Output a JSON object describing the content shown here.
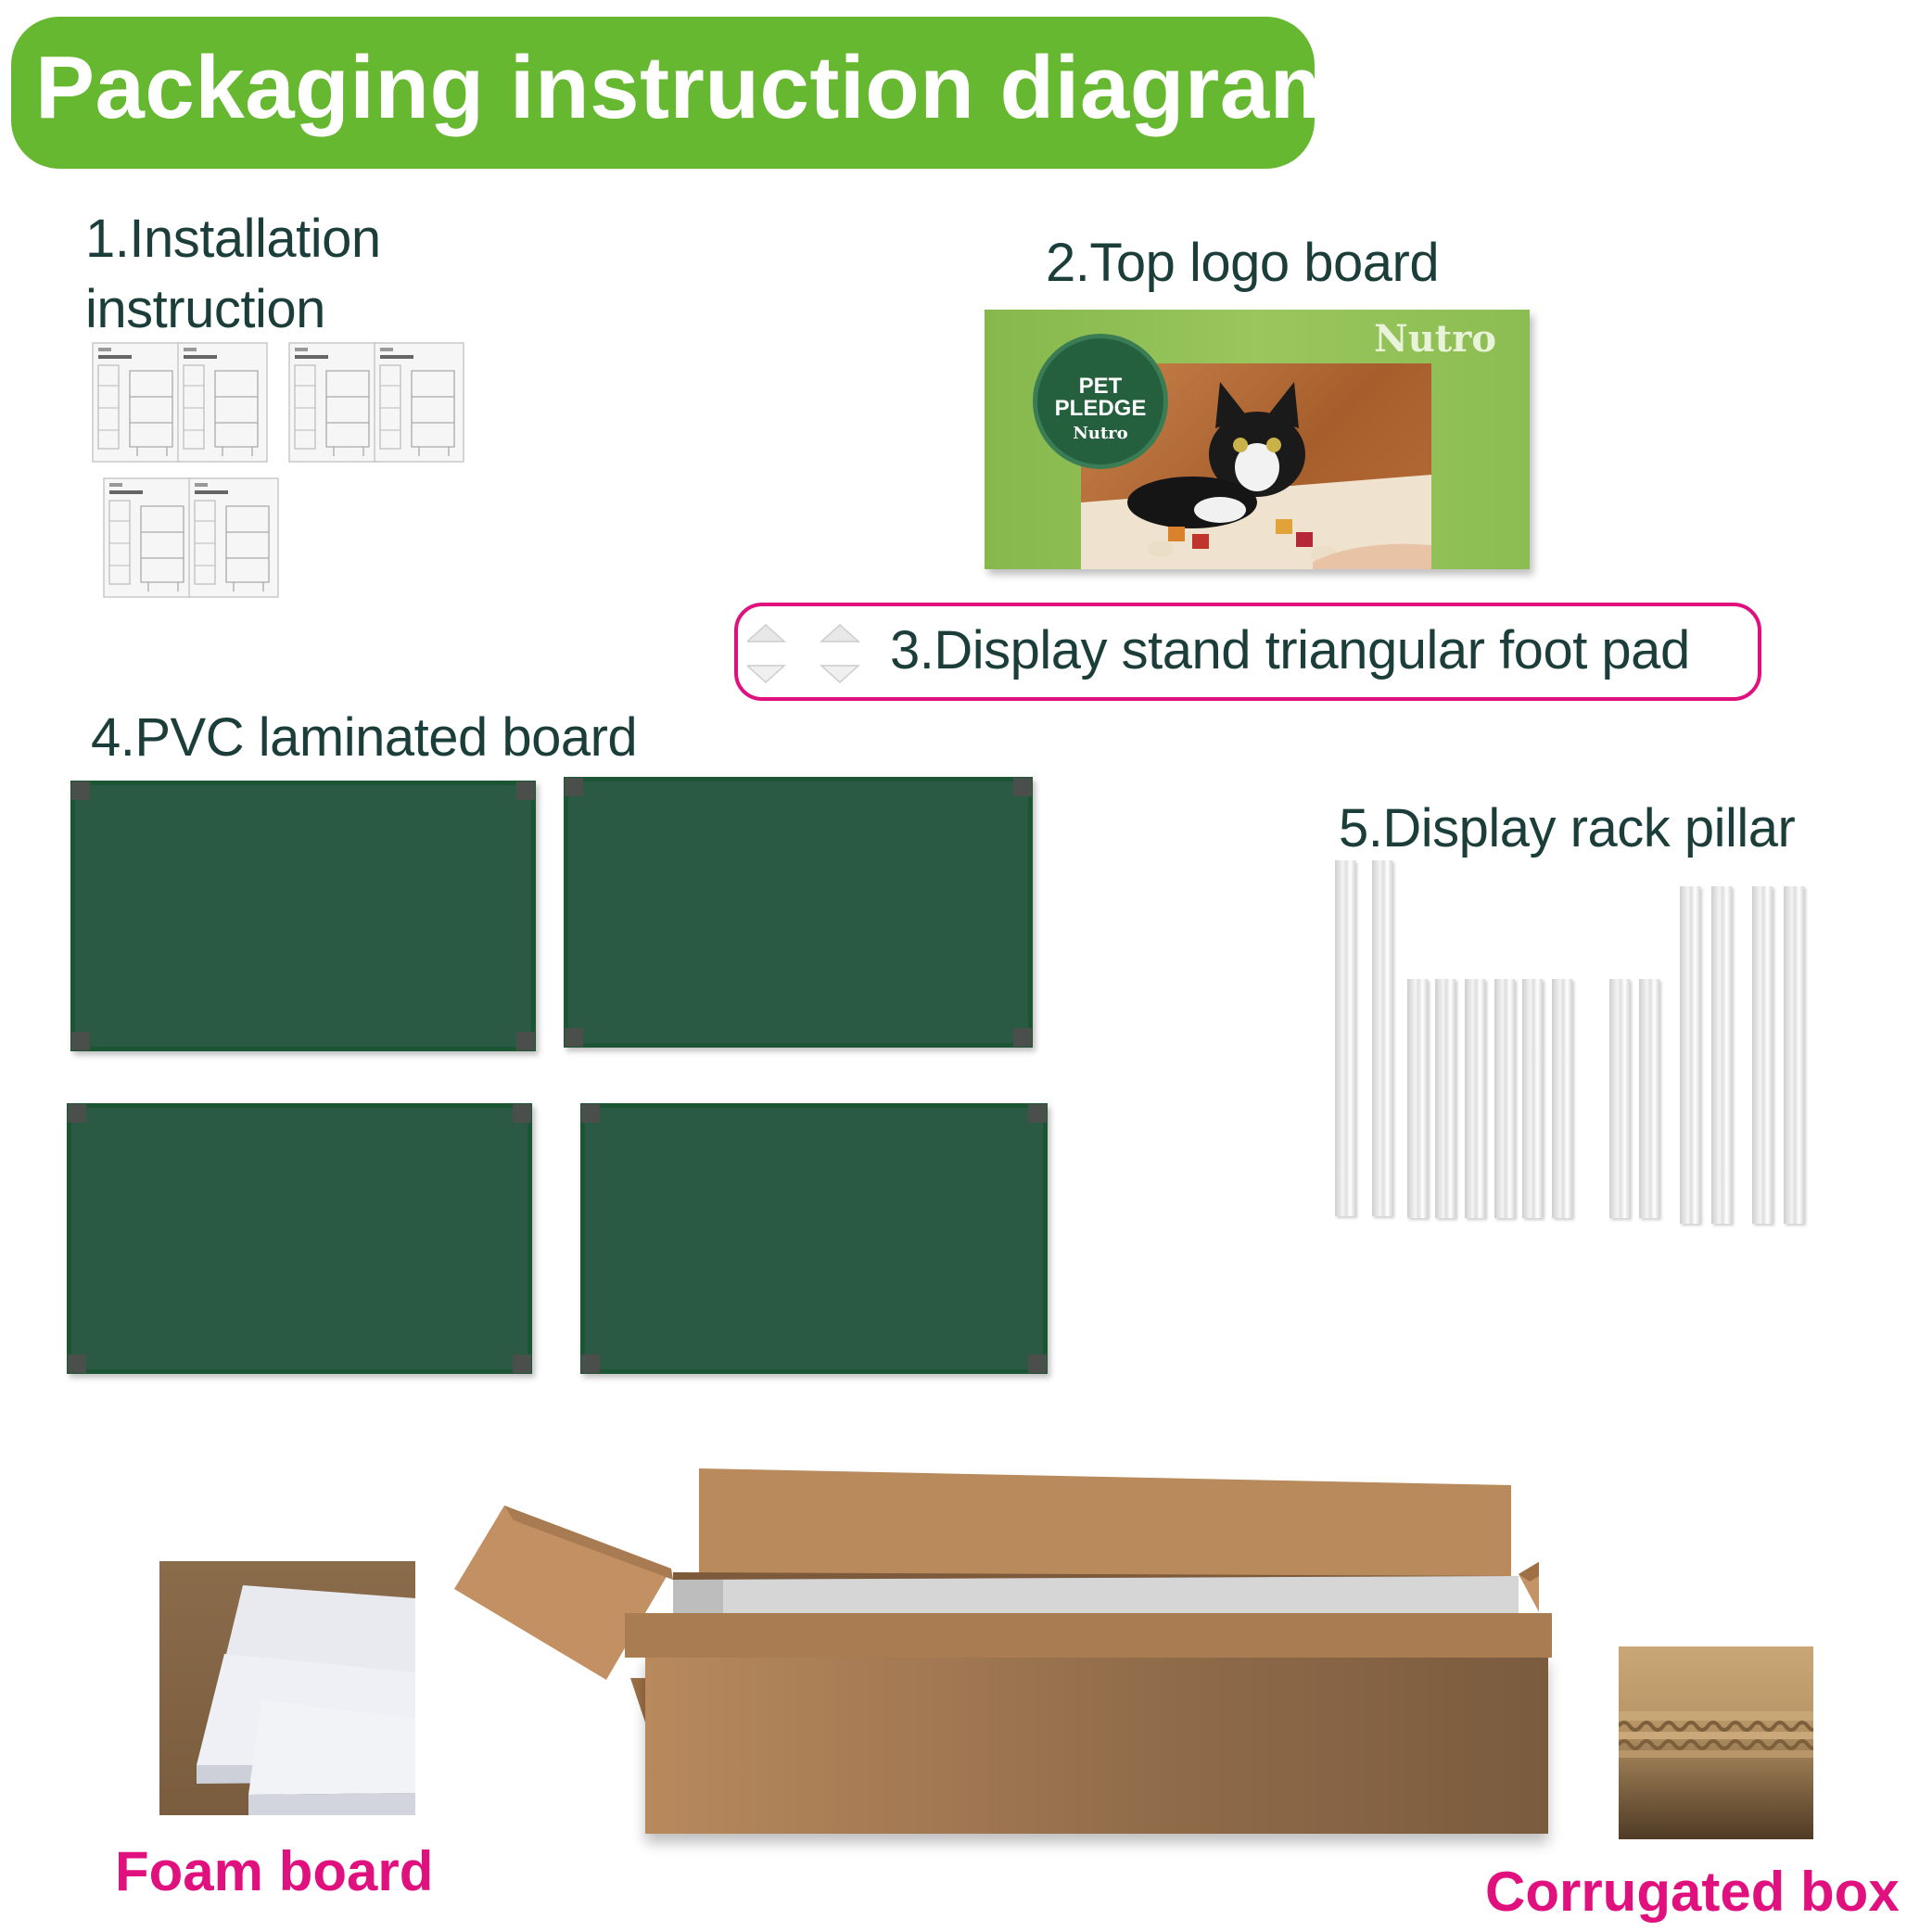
{
  "title": "Packaging instruction diagram",
  "items": {
    "installation_line1": "1.Installation",
    "installation_line2": "instruction",
    "logo_board": "2.Top logo board",
    "foot_pad": "3.Display stand triangular foot pad",
    "pvc_board": "4.PVC laminated board",
    "rack_pillar": "5.Display rack pillar",
    "foam_board": "Foam board",
    "corrugated_box": "Corrugated box"
  },
  "logo_board": {
    "brand": "Nutro",
    "badge_title": "PET PLEDGE",
    "badge_brand": "Nutro"
  },
  "colors": {
    "title_bg": "#66b830",
    "label_text": "#1c3e3a",
    "accent_pink": "#e0117f",
    "pvc_green": "#2a5a44",
    "cardboard": "#c49466"
  }
}
